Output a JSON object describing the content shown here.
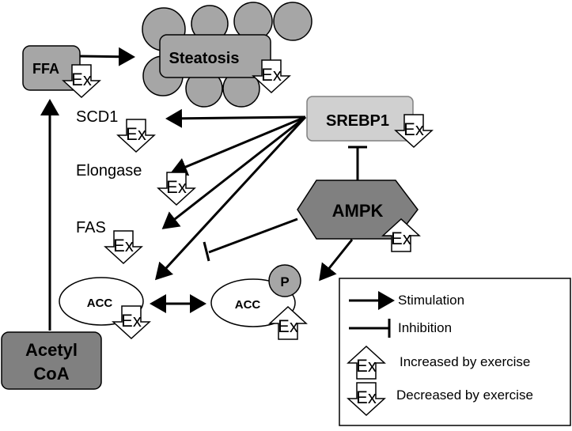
{
  "nodes": {
    "ffa": "FFA",
    "steatosis": "Steatosis",
    "srebp1": "SREBP1",
    "ampk": "AMPK",
    "acetyl_coa_line1": "Acetyl",
    "acetyl_coa_line2": "CoA",
    "scd1": "SCD1",
    "elongase": "Elongase",
    "fas": "FAS",
    "acc_left": "ACC",
    "acc_right": "ACC",
    "phospho": "P"
  },
  "exercise_marker": "Ex",
  "legend": {
    "stimulation": "Stimulation",
    "inhibition": "Inhibition",
    "increased": "Increased by exercise",
    "decreased": "Decreased by exercise"
  },
  "colors": {
    "box_light": "#c8c8c8",
    "box_mid": "#a6a6a6",
    "box_dark": "#808080",
    "srebp_fill": "#d0d0d0",
    "stroke": "#000000"
  }
}
